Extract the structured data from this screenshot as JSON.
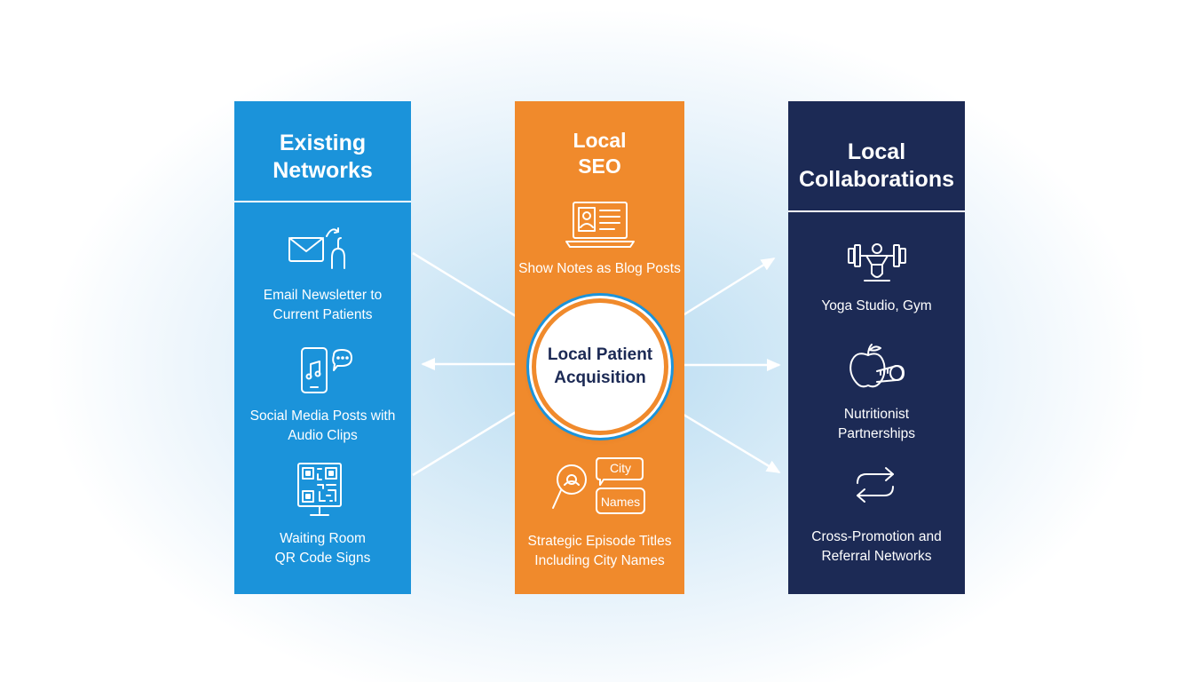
{
  "columns": {
    "existing": {
      "title": [
        "Existing",
        "Networks"
      ],
      "items": [
        {
          "icon": "email-newsletter-icon",
          "label": [
            "Email Newsletter to",
            "Current Patients"
          ]
        },
        {
          "icon": "phone-audio-chat-icon",
          "label": [
            "Social Media Posts with",
            "Audio Clips"
          ]
        },
        {
          "icon": "qr-code-sign-icon",
          "label": [
            "Waiting Room",
            "QR Code Signs"
          ]
        }
      ]
    },
    "seo": {
      "title": [
        "Local",
        "SEO"
      ],
      "items": [
        {
          "icon": "laptop-blog-icon",
          "label": [
            "Show Notes as Blog Posts"
          ]
        },
        {
          "icon": "search-city-icon",
          "label": [
            "Strategic Episode Titles",
            "Including City Names"
          ],
          "bubbles": [
            "City",
            "Names"
          ]
        }
      ]
    },
    "collab": {
      "title": [
        "Local",
        "Collaborations"
      ],
      "items": [
        {
          "icon": "weightlifter-icon",
          "label": [
            "Yoga Studio, Gym"
          ]
        },
        {
          "icon": "apple-measuring-tape-icon",
          "label": [
            "Nutritionist",
            "Partnerships"
          ]
        },
        {
          "icon": "exchange-arrows-icon",
          "label": [
            "Cross-Promotion and",
            "Referral Networks"
          ]
        }
      ]
    }
  },
  "center": {
    "label": [
      "Local Patient",
      "Acquisition"
    ]
  },
  "colors": {
    "blue": "#1b93da",
    "orange": "#f08a2c",
    "navy": "#1c2a55"
  }
}
